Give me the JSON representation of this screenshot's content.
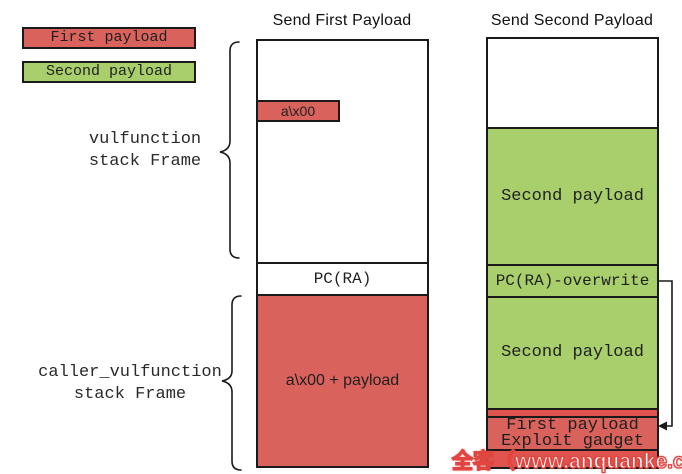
{
  "palette": {
    "red": "#d9625c",
    "red_bright": "#e0534e",
    "green": "#a8cf6b",
    "border": "#1a1a1a",
    "watermark_red": "#e04540"
  },
  "legend": {
    "first_label": "First payload",
    "second_label": "Second payload"
  },
  "labels": {
    "vulfunction": [
      "vulfunction",
      "stack Frame"
    ],
    "caller": [
      "caller_vulfunction",
      "stack Frame"
    ]
  },
  "columns": {
    "first": {
      "title": "Send First Payload",
      "overflow_cell": "a\\x00",
      "pc_cell": "PC(RA)",
      "payload_cell": "a\\x00 + payload"
    },
    "second": {
      "title": "Send Second Payload",
      "payload_top": "Second payload",
      "pc_cell": "PC(RA)-overwrite",
      "payload_mid": "Second payload",
      "gadget_lines": [
        "First payload",
        "Exploit gadget"
      ]
    }
  },
  "watermark": {
    "text": "全客（www.anquanke.com"
  }
}
